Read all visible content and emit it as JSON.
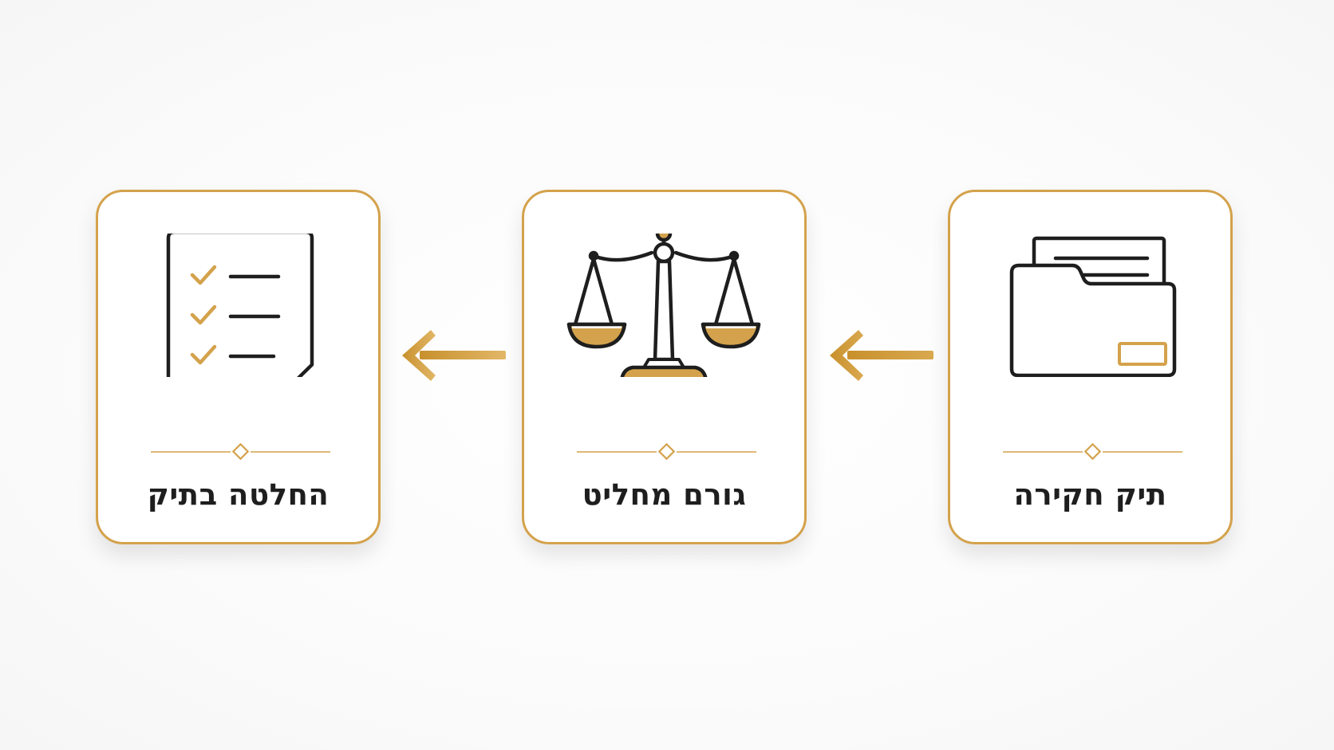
{
  "steps": [
    {
      "label": "תיק חקירה",
      "icon": "folder-document-icon"
    },
    {
      "label": "גורם מחליט",
      "icon": "scales-of-justice-icon"
    },
    {
      "label": "החלטה בתיק",
      "icon": "checklist-document-icon"
    }
  ],
  "flow_direction": "right-to-left",
  "colors": {
    "accent": "#d4a24c",
    "line": "#1e1e1e",
    "card_background": "#ffffff",
    "page_background": "#fafafa"
  }
}
